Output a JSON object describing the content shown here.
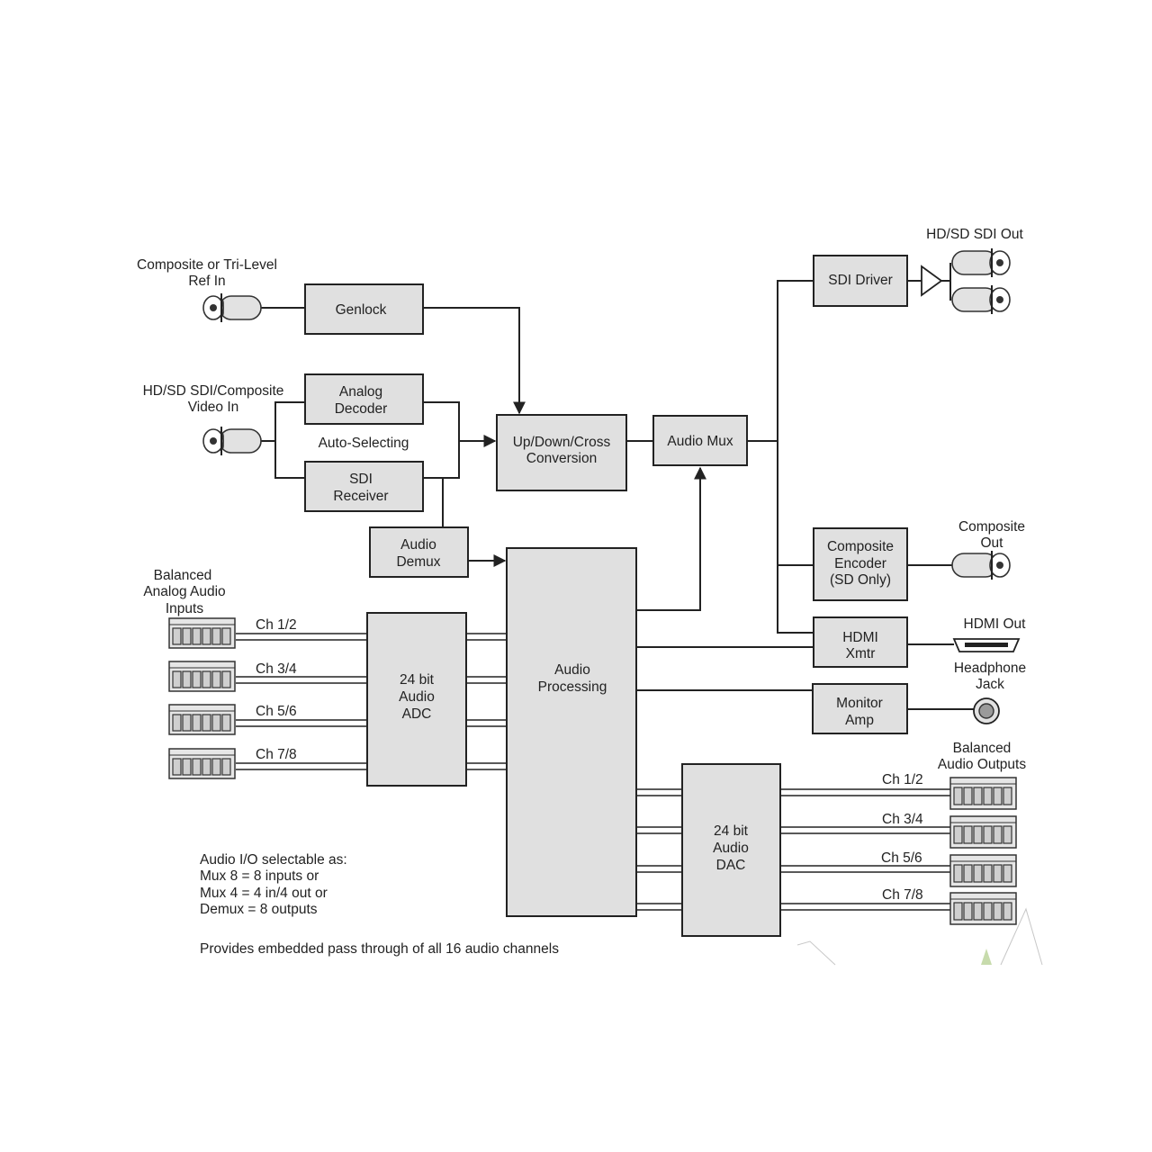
{
  "blocks": {
    "genlock": "Genlock",
    "analog_decoder": [
      "Analog",
      "Decoder"
    ],
    "sdi_receiver": [
      "SDI",
      "Receiver"
    ],
    "audio_demux": [
      "Audio",
      "Demux"
    ],
    "conversion": [
      "Up/Down/Cross",
      "Conversion"
    ],
    "audio_mux": "Audio Mux",
    "sdi_driver": "SDI Driver",
    "composite_encoder": [
      "Composite",
      "Encoder",
      "(SD Only)"
    ],
    "hdmi_xmtr": [
      "HDMI",
      "Xmtr"
    ],
    "monitor_amp": [
      "Monitor",
      "Amp"
    ],
    "audio_processing": [
      "Audio",
      "Processing"
    ],
    "audio_adc": [
      "24 bit",
      "Audio",
      "ADC"
    ],
    "audio_dac": [
      "24 bit",
      "Audio",
      "DAC"
    ]
  },
  "labels": {
    "ref_in": [
      "Composite or Tri-Level",
      "Ref In"
    ],
    "video_in": [
      "HD/SD SDI/Composite",
      "Video In"
    ],
    "auto_selecting": "Auto-Selecting",
    "sdi_out": "HD/SD SDI Out",
    "composite_out": [
      "Composite",
      "Out"
    ],
    "hdmi_out": "HDMI Out",
    "headphone_jack": [
      "Headphone",
      "Jack"
    ],
    "balanced_inputs": [
      "Balanced",
      "Analog Audio",
      "Inputs"
    ],
    "balanced_outputs": [
      "Balanced",
      "Audio Outputs"
    ],
    "input_channels": [
      "Ch 1/2",
      "Ch 3/4",
      "Ch 5/6",
      "Ch 7/8"
    ],
    "output_channels": [
      "Ch 1/2",
      "Ch 3/4",
      "Ch 5/6",
      "Ch 7/8"
    ]
  },
  "notes": {
    "audio_io": [
      "Audio I/O selectable as:",
      "Mux 8 = 8 inputs or",
      "Mux 4 = 4 in/4 out or",
      "Demux = 8 outputs"
    ],
    "passthrough": "Provides embedded pass through of all 16 audio channels"
  }
}
